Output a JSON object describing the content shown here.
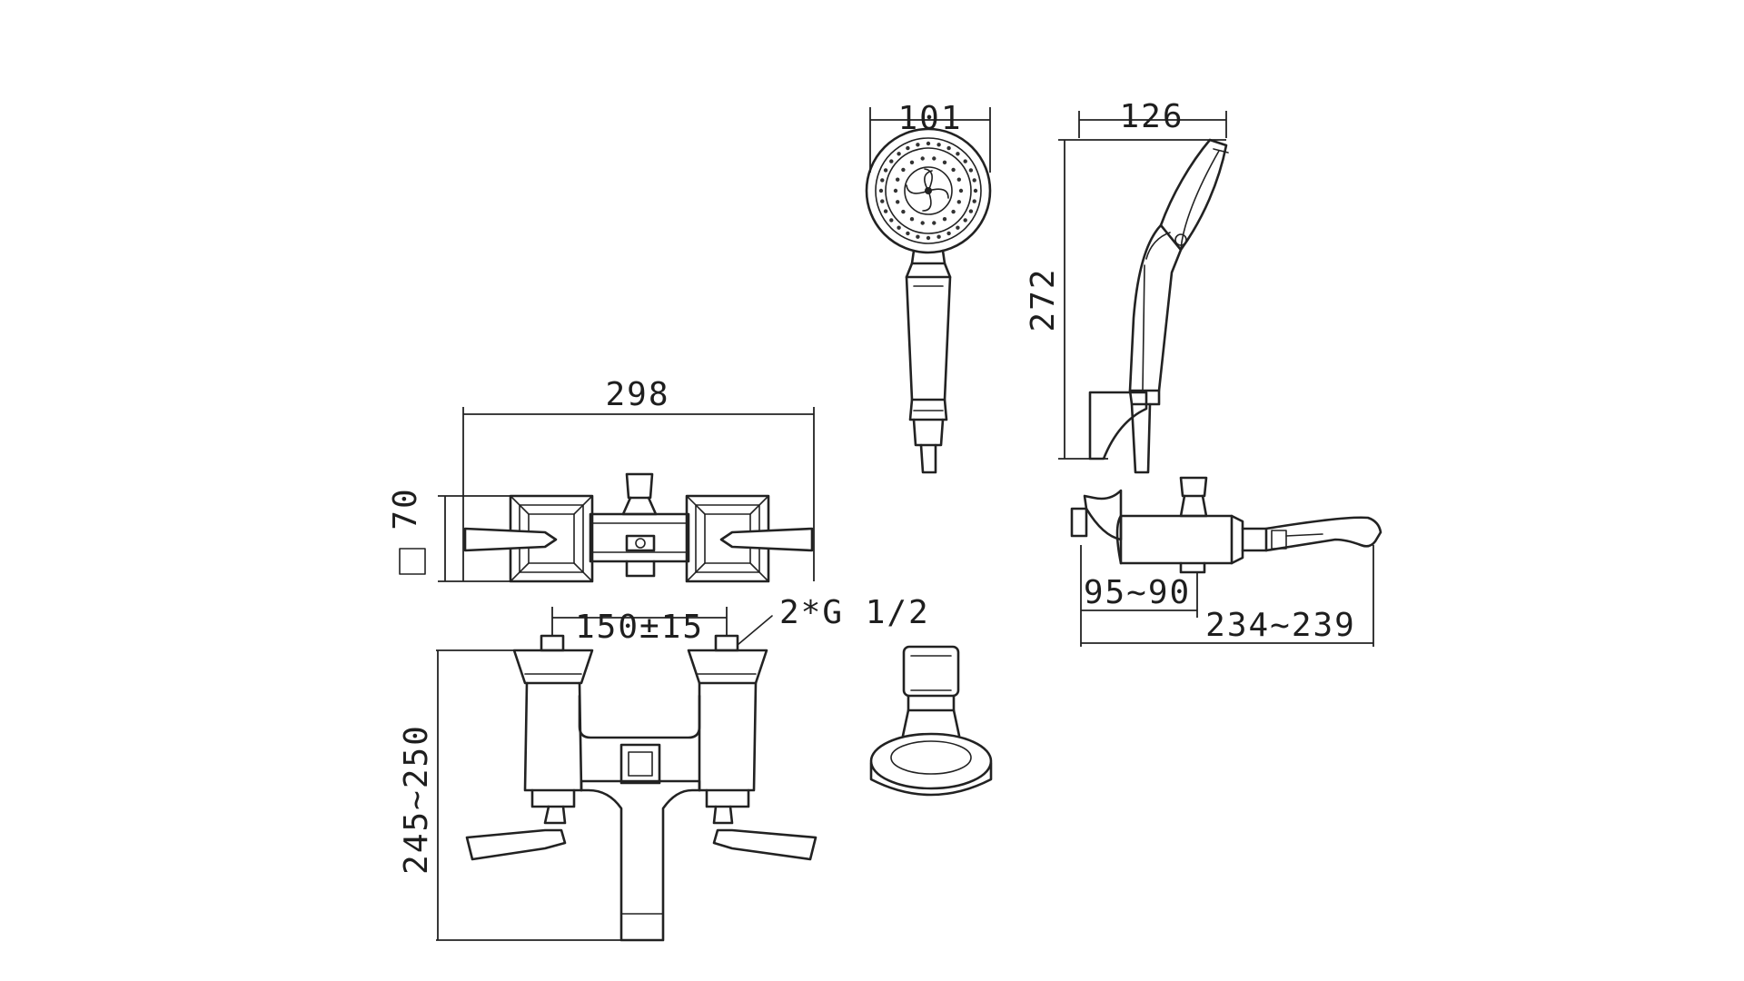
{
  "dimensions": {
    "head_width": "101",
    "head_depth": "126",
    "handshower_height": "272",
    "mixer_width": "298",
    "body_section": "70",
    "centers": "150±15",
    "connection": "2*G 1/2",
    "mixer_height": "245~250",
    "spout_offset": "95~90",
    "spout_length": "234~239"
  },
  "colors": {
    "line": "#222222",
    "background": "#ffffff"
  }
}
